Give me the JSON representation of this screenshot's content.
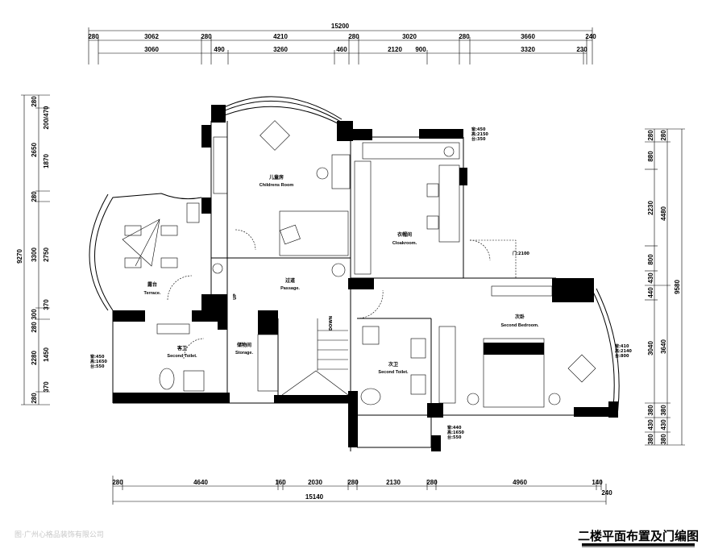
{
  "title": "二楼平面布置及门编图",
  "watermark": "图·广州心格品装饰有限公司",
  "dimensions": {
    "top_total": "15200",
    "top_row1": [
      "280",
      "3062",
      "280",
      "4210",
      "280",
      "3020",
      "280",
      "3660",
      "240"
    ],
    "top_row2": [
      "3060",
      "490",
      "3260",
      "460",
      "2120",
      "900",
      "3320",
      "230"
    ],
    "bottom_row": [
      "280",
      "4640",
      "160",
      "2030",
      "280",
      "2130",
      "280",
      "4960",
      "140"
    ],
    "bottom_extra": "240",
    "bottom_total": "15140",
    "left_total": "9270",
    "left_row1": [
      "280",
      "2650",
      "280",
      "3300",
      "300",
      "280",
      "2280",
      "280"
    ],
    "left_row2": [
      "200/470",
      "1870",
      "2750",
      "370",
      "1450",
      "370"
    ],
    "right_row1": [
      "280",
      "880",
      "2230",
      "800",
      "430",
      "440",
      "3040",
      "380",
      "430",
      "380"
    ],
    "right_row2": [
      "280",
      "4480",
      "3640",
      "380",
      "430",
      "380"
    ],
    "right_total": "9580"
  },
  "rooms": {
    "childrens": {
      "cn": "儿童房",
      "en": "Childrens Room"
    },
    "cloakroom": {
      "cn": "衣帽间",
      "en": "Cloakroom."
    },
    "terrace": {
      "cn": "露台",
      "en": "Terrace."
    },
    "passage": {
      "cn": "过道",
      "en": "Passage."
    },
    "storage": {
      "cn": "储物间",
      "en": "Storage."
    },
    "toilet_left": {
      "cn": "客卫",
      "en": "Second Toilet."
    },
    "bedroom": {
      "cn": "次卧",
      "en": "Second Bedroom."
    },
    "toilet_right": {
      "cn": "次卫",
      "en": "Second Toilet."
    }
  },
  "labels": {
    "up": "UP",
    "down": "DOWN"
  },
  "window_tags": {
    "cloak_top": [
      "窗:450",
      "高:2150",
      "台:350"
    ],
    "cloak_door": "门:2100",
    "toilet_left": [
      "窗:450",
      "高:1650",
      "台:550"
    ],
    "bedroom": [
      "窗:410",
      "高:2140",
      "台:800"
    ],
    "toilet_right": [
      "窗:440",
      "高:1650",
      "台:550"
    ]
  }
}
